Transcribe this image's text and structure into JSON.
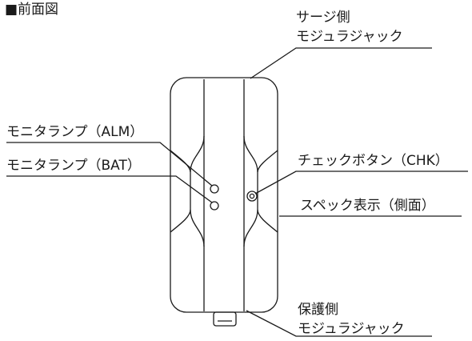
{
  "title": "■前面図",
  "labels": {
    "surge_jack_line1": "サージ側",
    "surge_jack_line2": "モジュラジャック",
    "lamp_alm": "モニタランプ（ALM）",
    "lamp_bat": "モニタランプ（BAT）",
    "check_button": "チェックボタン（CHK）",
    "spec_label": "スペック表示（側面）",
    "protect_jack_line1": "保護側",
    "protect_jack_line2": "モジュラジャック"
  },
  "colors": {
    "line": "#1a1a1a",
    "background": "#ffffff"
  }
}
